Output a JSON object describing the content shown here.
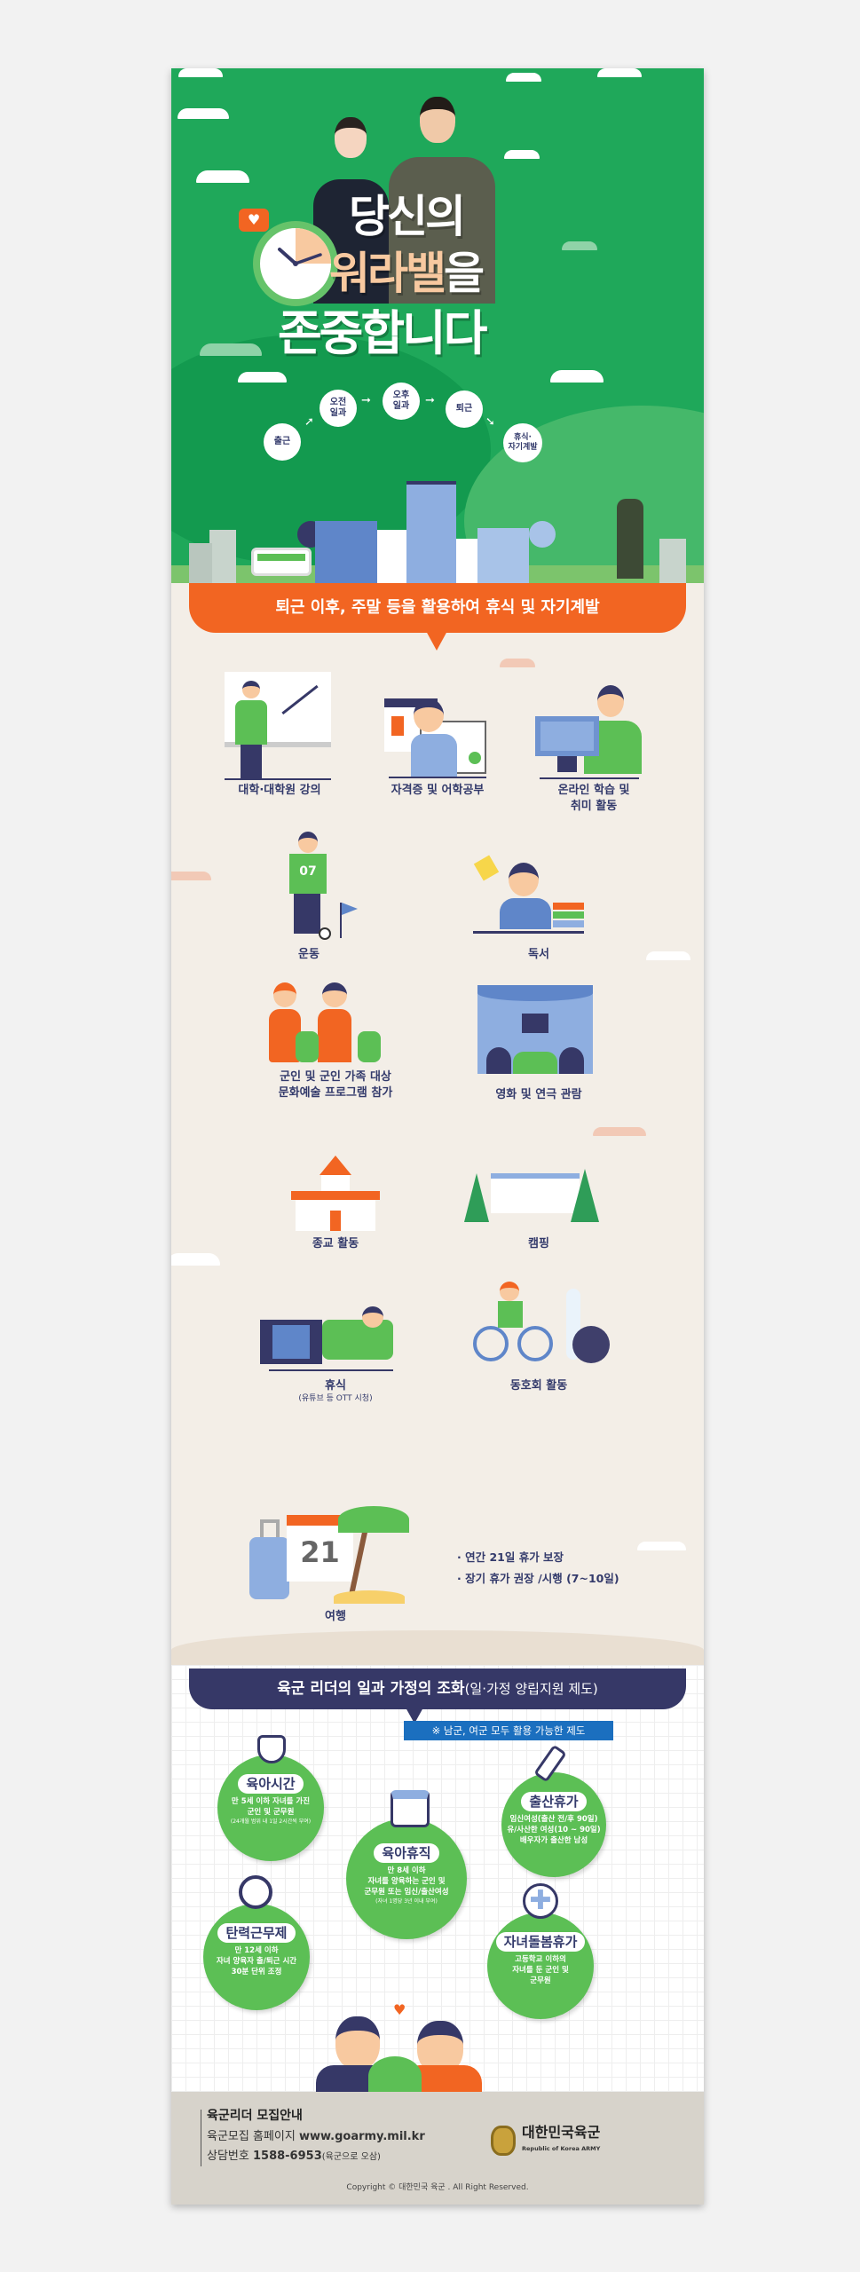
{
  "hero": {
    "title_line1": "당신의",
    "title_line2_highlight": "워라밸",
    "title_line2_suffix": "을",
    "title_line3": "존중합니다",
    "flow": [
      "출근",
      "오전\n일과",
      "오후\n일과",
      "퇴근",
      "휴식·\n자기계발"
    ]
  },
  "section1": {
    "banner": "퇴근 이후, 주말 등을 활용하여 휴식 및 자기계발",
    "items": [
      {
        "label": "대학·대학원 강의"
      },
      {
        "label": "자격증 및 어학공부"
      },
      {
        "label": "온라인 학습 및\n취미 활동"
      },
      {
        "label": "운동",
        "jersey": "07"
      },
      {
        "label": "독서"
      },
      {
        "label": "군인 및 군인 가족 대상\n문화예술 프로그램 참가"
      },
      {
        "label": "영화 및 연극 관람"
      },
      {
        "label": "종교 활동"
      },
      {
        "label": "캠핑"
      },
      {
        "label": "휴식",
        "sub": "(유튜브 등 OTT 시청)"
      },
      {
        "label": "동호회 활동"
      },
      {
        "label": "여행",
        "calendar_day": "21"
      }
    ],
    "travel_notes": [
      "· 연간 21일 휴가 보장",
      "· 장기 휴가 권장 /시행 (7~10일)"
    ]
  },
  "section2": {
    "banner_main": "육군 리더의 일과 가정의 조화",
    "banner_sub": "(일·가정 양립지원 제도)",
    "note": "※ 남군, 여군 모두 활용 가능한 제도",
    "programs": [
      {
        "title": "육아시간",
        "lines": [
          "만 5세 이하 자녀를 가진",
          "군인 및 군무원"
        ],
        "small": "(24개월 범위 내 1일 2시간씩 부여)"
      },
      {
        "title": "육아휴직",
        "lines": [
          "만 8세 이하",
          "자녀를 양육하는 군인 및",
          "군무원 또는 임신/출산여성"
        ],
        "small": "(자녀 1명당 3년 이내 부여)"
      },
      {
        "title": "출산휴가",
        "lines": [
          "임신여성(출산 전/후 90일)",
          "유/사산한 여성(10 ~ 90일)",
          "배우자가 출산한 남성"
        ],
        "small": ""
      },
      {
        "title": "탄력근무제",
        "lines": [
          "만 12세 이하",
          "자녀 양육자 출/퇴근 시간",
          "30분 단위 조정"
        ],
        "small": ""
      },
      {
        "title": "자녀돌봄휴가",
        "lines": [
          "고등학교 이하의",
          "자녀를 둔 군인 및",
          "군무원"
        ],
        "small": ""
      }
    ]
  },
  "footer": {
    "heading": "육군리더 모집안내",
    "homepage_label": "육군모집 홈페이지",
    "homepage_url": "www.goarmy.mil.kr",
    "phone_label": "상담번호",
    "phone": "1588-6953",
    "phone_note": "(육군으로 오삼)",
    "org_name": "대한민국육군",
    "org_name_en": "Republic of Korea ARMY",
    "copyright": "Copyright © 대한민국 육군 . All Right Reserved."
  },
  "colors": {
    "green": "#1fa85a",
    "orange": "#f26522",
    "navy": "#363867",
    "circle_green": "#5cbf55",
    "peach": "#f8c9a0"
  }
}
